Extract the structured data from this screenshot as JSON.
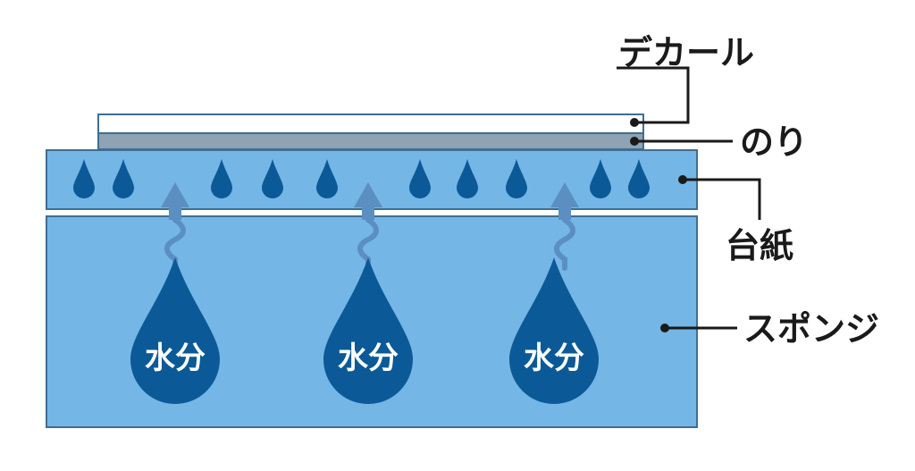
{
  "labels": {
    "decal": "デカール",
    "glue": "のり",
    "backing_paper": "台紙",
    "sponge": "スポンジ"
  },
  "moisture_label": "水分",
  "colors": {
    "sponge": "#74b6e6",
    "backing_paper": "#74b6e6",
    "glue": "#8ea3b3",
    "decal": "#ffffff",
    "drop": "#0b5a97",
    "layer_stroke": "#3f6e92",
    "arrow": "#5b8fc2",
    "text": "#1a1a1a"
  }
}
